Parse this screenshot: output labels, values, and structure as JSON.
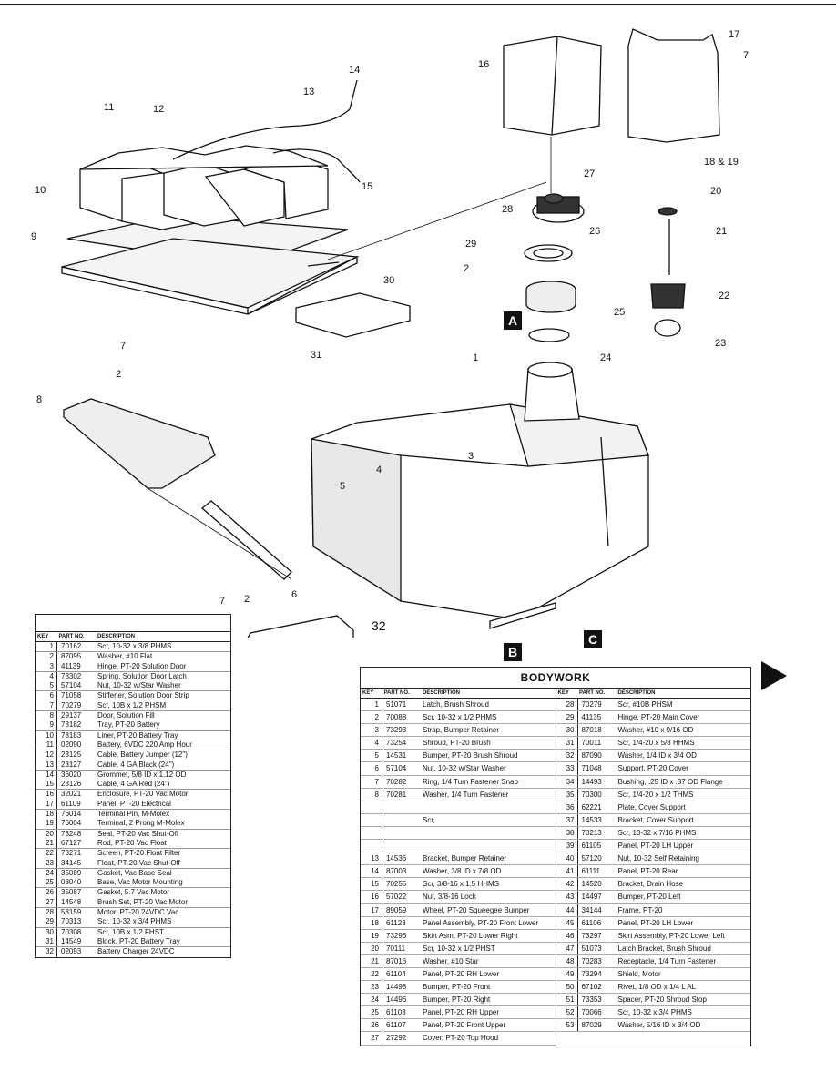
{
  "callouts": [
    "16",
    "17",
    "7",
    "14",
    "13",
    "11",
    "12",
    "18 & 19",
    "27",
    "20",
    "10",
    "15",
    "28",
    "26",
    "21",
    "9",
    "29",
    "2",
    "22",
    "30",
    "25",
    "31",
    "23",
    "A",
    "24",
    "7",
    "2",
    "1",
    "8",
    "3",
    "4",
    "5",
    "6",
    "7",
    "2",
    "B",
    "C",
    "32"
  ],
  "left_table": {
    "headers": {
      "key": "KEY",
      "part": "PART NO.",
      "desc": "DESCRIPTION"
    },
    "rows": [
      {
        "key": "1",
        "part": "70162",
        "desc": "Scr, 10-32 x 3/8 PHMS"
      },
      {
        "key": "2",
        "part": "87095",
        "desc": "Washer, #10 Flat"
      },
      {
        "key": "3",
        "part": "41139",
        "desc": "Hinge, PT-20 Solution Door"
      },
      {
        "key": "4",
        "part": "73302",
        "desc": "Spring, Solution Door Latch"
      },
      {
        "key": "5",
        "part": "57104",
        "desc": "Nut, 10-32 w/Star Washer"
      },
      {
        "key": "6",
        "part": "71058",
        "desc": "Stiffener, Solution Door Strip"
      },
      {
        "key": "7",
        "part": "70279",
        "desc": "Scr, 10B x 1/2 PHSM"
      },
      {
        "key": "8",
        "part": "29137",
        "desc": "Door, Solution Fill"
      },
      {
        "key": "9",
        "part": "78182",
        "desc": "Tray, PT-20 Battery"
      },
      {
        "key": "10",
        "part": "78183",
        "desc": "Liner, PT-20 Battery Tray"
      },
      {
        "key": "11",
        "part": "02090",
        "desc": "Battery, 6VDC 220 Amp Hour"
      },
      {
        "key": "12",
        "part": "23125",
        "desc": "Cable, Battery Jumper (12\")"
      },
      {
        "key": "13",
        "part": "23127",
        "desc": "Cable, 4 GA Black (24\")"
      },
      {
        "key": "14",
        "part": "36020",
        "desc": "Grommet, 5/8 ID x 1.12 OD"
      },
      {
        "key": "15",
        "part": "23126",
        "desc": "Cable, 4 GA Red (24\")"
      },
      {
        "key": "16",
        "part": "32021",
        "desc": "Enclosure, PT-20 Vac Motor"
      },
      {
        "key": "17",
        "part": "61109",
        "desc": "Panel, PT-20 Electrical"
      },
      {
        "key": "18",
        "part": "76014",
        "desc": "Terminal Pin, M-Molex"
      },
      {
        "key": "19",
        "part": "76004",
        "desc": "Terminal, 2 Prong M-Molex"
      },
      {
        "key": "20",
        "part": "73248",
        "desc": "Seal, PT-20 Vac Shut-Off"
      },
      {
        "key": "21",
        "part": "67127",
        "desc": "Rod, PT-20 Vac Float"
      },
      {
        "key": "22",
        "part": "73271",
        "desc": "Screen, PT-20 Float Filter"
      },
      {
        "key": "23",
        "part": "34145",
        "desc": "Float, PT-20 Vac Shut-Off"
      },
      {
        "key": "24",
        "part": "35089",
        "desc": "Gasket, Vac Base Seal"
      },
      {
        "key": "25",
        "part": "08040",
        "desc": "Base, Vac Motor Mounting"
      },
      {
        "key": "26",
        "part": "35087",
        "desc": "Gasket, 5.7 Vac Motor"
      },
      {
        "key": "27",
        "part": "14548",
        "desc": "Brush Set, PT-20 Vac Motor"
      },
      {
        "key": "28",
        "part": "53159",
        "desc": "Motor, PT-20 24VDC Vac"
      },
      {
        "key": "29",
        "part": "70313",
        "desc": "Scr, 10-32 x 3/4 PHMS"
      },
      {
        "key": "30",
        "part": "70308",
        "desc": "Scr, 10B x 1/2 FHST"
      },
      {
        "key": "31",
        "part": "14549",
        "desc": "Block, PT-20 Battery Tray"
      },
      {
        "key": "32",
        "part": "02093",
        "desc": "Battery Charger 24VDC"
      }
    ]
  },
  "right_table": {
    "title": "BODYWORK",
    "headers": {
      "key": "KEY",
      "part": "PART NO.",
      "desc": "DESCRIPTION"
    },
    "left_rows": [
      {
        "key": "1",
        "part": "51071",
        "desc": "Latch, Brush Shroud"
      },
      {
        "key": "2",
        "part": "70088",
        "desc": "Scr, 10-32 x 1/2 PHMS"
      },
      {
        "key": "3",
        "part": "73293",
        "desc": "Strap, Bumper Retainer"
      },
      {
        "key": "4",
        "part": "73254",
        "desc": "Shroud, PT-20 Brush"
      },
      {
        "key": "5",
        "part": "14531",
        "desc": "Bumper, PT-20 Brush Shroud"
      },
      {
        "key": "6",
        "part": "57104",
        "desc": "Nut, 10-32 w/Star Washer"
      },
      {
        "key": "7",
        "part": "70282",
        "desc": "Ring, 1/4 Turn Fastener Snap"
      },
      {
        "key": "8",
        "part": "70281",
        "desc": "Washer, 1/4 Turn Fastener"
      },
      {
        "key": "",
        "part": "",
        "desc": ""
      },
      {
        "key": "",
        "part": "",
        "desc": "Scr,"
      },
      {
        "key": "",
        "part": "",
        "desc": ""
      },
      {
        "key": "",
        "part": "",
        "desc": ""
      },
      {
        "key": "13",
        "part": "14536",
        "desc": "Bracket, Bumper Retainer"
      },
      {
        "key": "14",
        "part": "87003",
        "desc": "Washer, 3/8 ID x 7/8 OD"
      },
      {
        "key": "15",
        "part": "70255",
        "desc": "Scr, 3/8-16 x 1.5 HHMS"
      },
      {
        "key": "16",
        "part": "57022",
        "desc": "Nut, 3/8-16 Lock"
      },
      {
        "key": "17",
        "part": "89059",
        "desc": "Wheel, PT-20 Squeegee Bumper"
      },
      {
        "key": "18",
        "part": "61123",
        "desc": "Panel Assembly, PT-20 Front Lower"
      },
      {
        "key": "19",
        "part": "73296",
        "desc": "Skirt Asm, PT-20 Lower Right"
      },
      {
        "key": "20",
        "part": "70111",
        "desc": "Scr, 10-32 x 1/2 PHST"
      },
      {
        "key": "21",
        "part": "87016",
        "desc": "Washer, #10 Star"
      },
      {
        "key": "22",
        "part": "61104",
        "desc": "Panel, PT-20 RH Lower"
      },
      {
        "key": "23",
        "part": "14498",
        "desc": "Bumper, PT-20 Front"
      },
      {
        "key": "24",
        "part": "14496",
        "desc": "Bumper, PT-20 Right"
      },
      {
        "key": "25",
        "part": "61103",
        "desc": "Panel, PT-20 RH Upper"
      },
      {
        "key": "26",
        "part": "61107",
        "desc": "Panel, PT-20 Front Upper"
      },
      {
        "key": "27",
        "part": "27292",
        "desc": "Cover, PT-20 Top Hood"
      }
    ],
    "right_rows": [
      {
        "key": "28",
        "part": "70279",
        "desc": "Scr, #10B PHSM"
      },
      {
        "key": "29",
        "part": "41135",
        "desc": "Hinge, PT-20 Main Cover"
      },
      {
        "key": "30",
        "part": "87018",
        "desc": "Washer, #10 x 9/16 OD"
      },
      {
        "key": "31",
        "part": "70011",
        "desc": "Scr, 1/4-20 x 5/8 HHMS"
      },
      {
        "key": "32",
        "part": "87090",
        "desc": "Washer, 1/4 ID x 3/4 OD"
      },
      {
        "key": "33",
        "part": "71048",
        "desc": "Support, PT-20 Cover"
      },
      {
        "key": "34",
        "part": "14493",
        "desc": "Bushing, .25 ID x .37 OD Flange"
      },
      {
        "key": "35",
        "part": "70300",
        "desc": "Scr, 1/4-20 x 1/2 THMS"
      },
      {
        "key": "36",
        "part": "62221",
        "desc": "Plate, Cover Support"
      },
      {
        "key": "37",
        "part": "14533",
        "desc": "Bracket, Cover Support"
      },
      {
        "key": "38",
        "part": "70213",
        "desc": "Scr, 10-32 x 7/16 PHMS"
      },
      {
        "key": "39",
        "part": "61105",
        "desc": "Panel, PT-20 LH Upper"
      },
      {
        "key": "40",
        "part": "57120",
        "desc": "Nut, 10-32 Self Retaining"
      },
      {
        "key": "41",
        "part": "61111",
        "desc": "Panel, PT-20 Rear"
      },
      {
        "key": "42",
        "part": "14520",
        "desc": "Bracket, Drain Hose"
      },
      {
        "key": "43",
        "part": "14497",
        "desc": "Bumper, PT-20 Left"
      },
      {
        "key": "44",
        "part": "34144",
        "desc": "Frame, PT-20"
      },
      {
        "key": "45",
        "part": "61106",
        "desc": "Panel, PT-20 LH Lower"
      },
      {
        "key": "46",
        "part": "73297",
        "desc": "Skirt Assembly, PT-20 Lower Left"
      },
      {
        "key": "47",
        "part": "51073",
        "desc": "Latch Bracket, Brush Shroud"
      },
      {
        "key": "48",
        "part": "70283",
        "desc": "Receptacle, 1/4 Turn Fastener"
      },
      {
        "key": "49",
        "part": "73294",
        "desc": "Shield, Motor"
      },
      {
        "key": "50",
        "part": "67102",
        "desc": "Rivet, 1/8 OD x 1/4 L AL"
      },
      {
        "key": "51",
        "part": "73353",
        "desc": "Spacer, PT-20 Shroud Stop"
      },
      {
        "key": "52",
        "part": "70066",
        "desc": "Scr, 10-32 x 3/4 PHMS"
      },
      {
        "key": "53",
        "part": "87029",
        "desc": "Washer, 5/16 ID x 3/4 OD"
      }
    ]
  }
}
